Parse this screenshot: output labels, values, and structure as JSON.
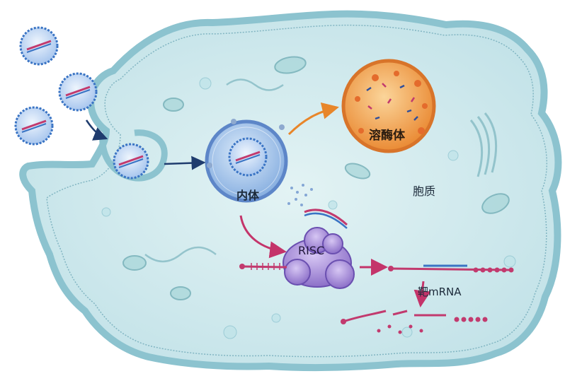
{
  "labels": {
    "lysosome": "溶酶体",
    "endosome": "内体",
    "cytoplasm": "胞质",
    "risc": "RISC",
    "target_mrna": "靶mRNA"
  },
  "colors": {
    "cell_fill": "#d4ecef",
    "cell_edge": "#8cc3cf",
    "nanoparticle": "#3a74c4",
    "lysosome_fill": "#f3a04a",
    "endosome_fill": "#9cc0e8",
    "risc_fill": "#a48bd6",
    "arrow_dark": "#1f3c6e",
    "arrow_orange": "#e8862a",
    "arrow_magenta": "#c4346a",
    "mrna": "#c23a6e"
  }
}
